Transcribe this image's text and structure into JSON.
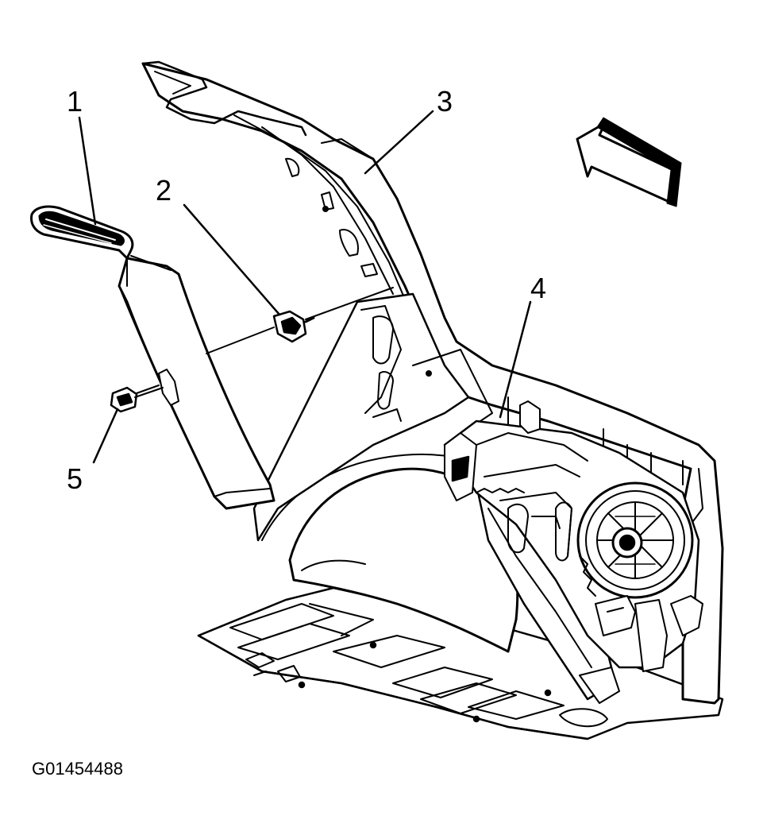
{
  "callouts": {
    "c1": "1",
    "c2": "2",
    "c3": "3",
    "c4": "4",
    "c5": "5"
  },
  "figure_id": "G01454488",
  "colors": {
    "ink": "#000000",
    "paper": "#ffffff"
  },
  "icons": {
    "direction_arrow": "forward-arrow-icon"
  }
}
